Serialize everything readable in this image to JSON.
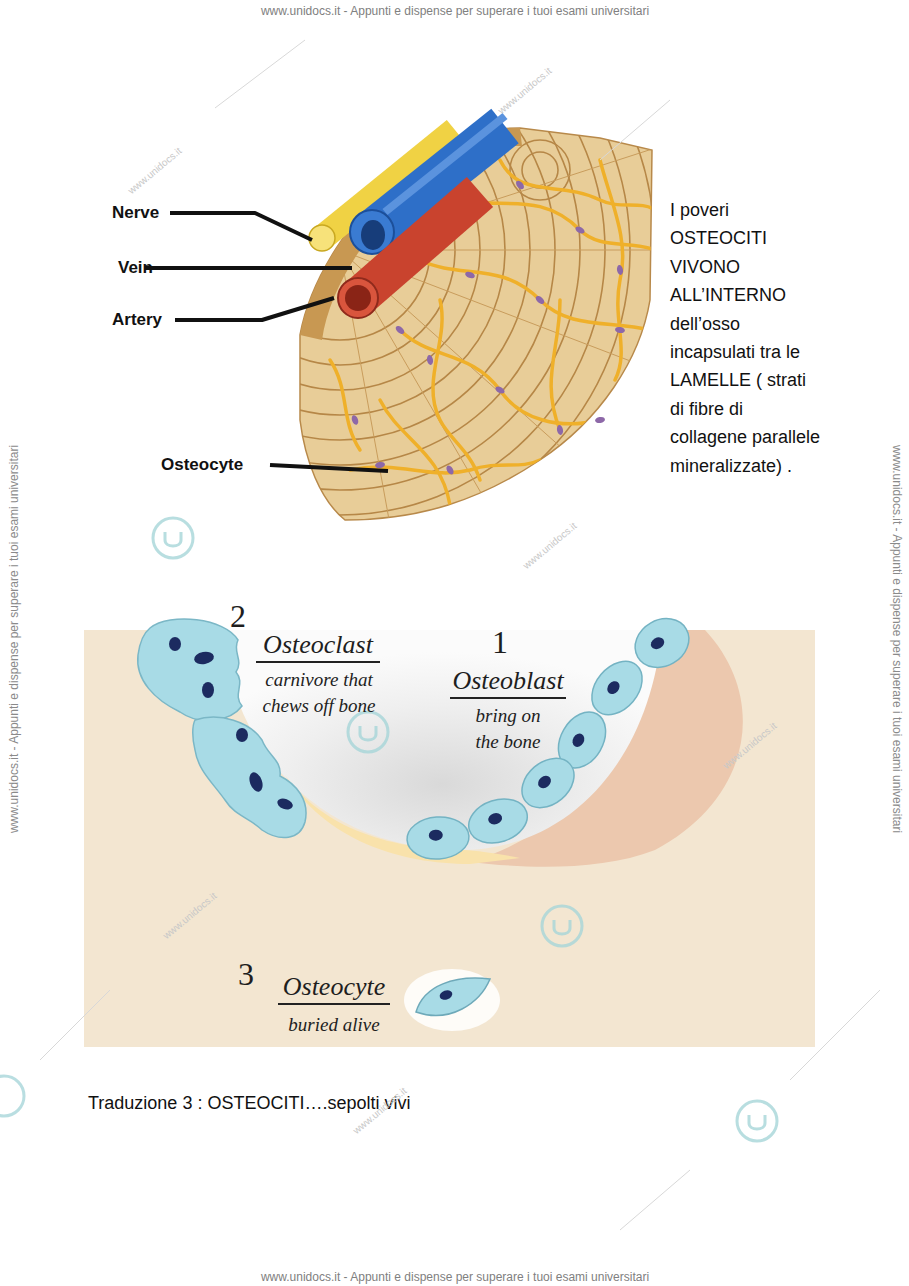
{
  "diagram": {
    "caption": "Traduzione 3 : OSTEOCITI….sepolti vivi",
    "nodes": [
      {
        "text": [
          "2",
          "Osteoclast",
          "carnivore that chews off bone",
          "1",
          "Osteoblast",
          "bring on the bone",
          "3",
          "Osteocyte",
          "buried alive"
        ]
      }
    ],
    "labels": [
      "www.unidocs.it - Appunti e dispense per superare i tuoi esami universitari",
      "www.unidocs.it - Appunti e dispense per superare i tuoi esami universitari",
      "www.unidocs.it - Appunti e dispense per superare i tuoi esami universitari",
      "www.unidocs.it - Appunti e dispense per superare i tuoi esami universitari",
      "Nerve",
      "Vein",
      "Artery",
      "Osteocyte",
      "I poveri OSTEOCITI VIVONO ALL’INTERNO dell’osso incapsulati tra le LAMELLE ( strati di fibre di collagene parallele mineralizzate) .",
      "www.unidocs.it",
      "www.unidocs.it",
      "www.unidocs.it",
      "www.unidocs.it",
      "www.unidocs.it",
      "www.unidocs.it"
    ]
  }
}
